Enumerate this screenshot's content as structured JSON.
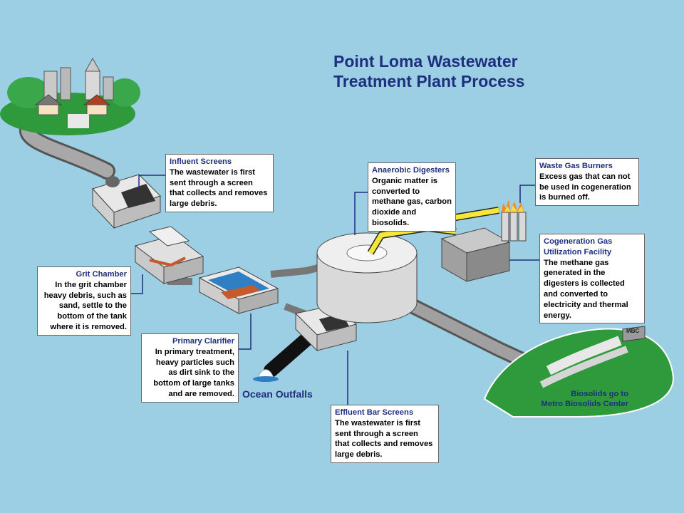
{
  "title": {
    "line1": "Point Loma Wastewater",
    "line2": "Treatment Plant Process"
  },
  "callouts": {
    "influent_screens": {
      "heading": "Influent Screens",
      "body": "The wastewater is first sent through a screen that collects and removes large debris."
    },
    "grit_chamber": {
      "heading": "Grit Chamber",
      "body": "In the grit chamber heavy debris, such as sand, settle to the bottom of the tank where it is removed."
    },
    "primary_clarifier": {
      "heading": "Primary Clarifier",
      "body": "In primary treatment, heavy particles such as dirt sink to the bottom of large tanks and are removed."
    },
    "anaerobic_digesters": {
      "heading": "Anaerobic Digesters",
      "body": "Organic matter is converted to methane gas, carbon dioxide and biosolids."
    },
    "waste_gas_burners": {
      "heading": "Waste Gas Burners",
      "body": "Excess gas that can not be used in cogeneration is burned off."
    },
    "cogeneration": {
      "heading": "Cogeneration Gas Utilization Facility",
      "body": "The methane gas generated in the digesters is collected and converted to electricity and thermal energy."
    },
    "effluent_bar_screens": {
      "heading": "Effluent Bar Screens",
      "body": "The wastewater is first sent through a screen that collects and removes large debris."
    }
  },
  "labels": {
    "ocean_outfalls": "Ocean Outfalls",
    "biosolids_line1": "Biosolids go to",
    "biosolids_line2": "Metro Biosolids Center",
    "mbc_sign": "MBC"
  },
  "colors": {
    "background": "#9ccfe3",
    "heading": "#1f2f7f",
    "pipe": "#8a8a8a",
    "gas_line": "#f5e63a",
    "hills": "#2e9a3c",
    "water": "#2f7fc4"
  }
}
